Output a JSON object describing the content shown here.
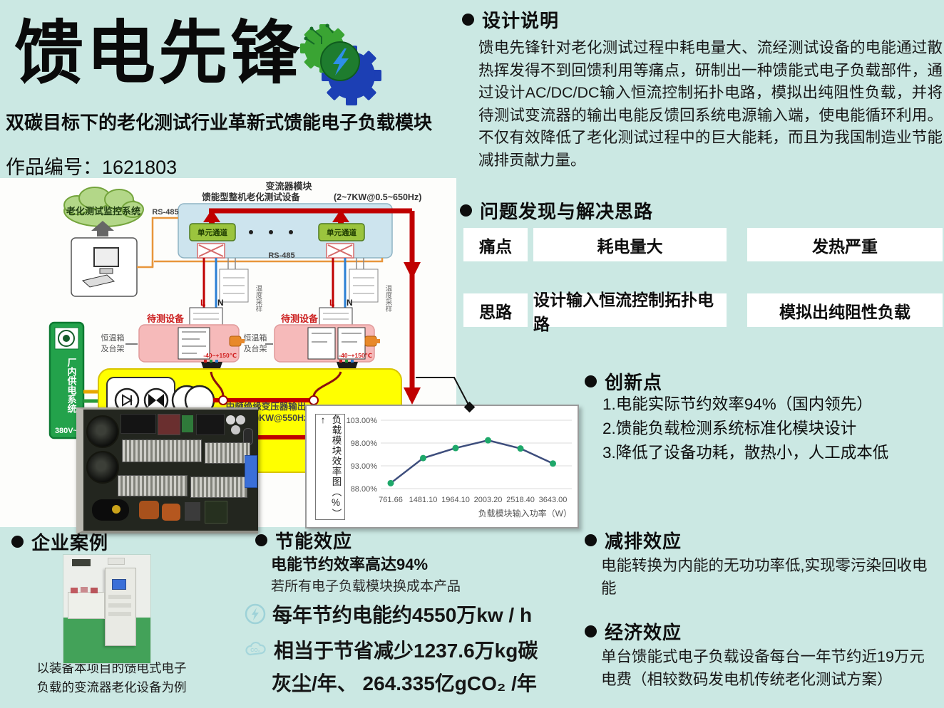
{
  "colors": {
    "background": "#cbe8e3",
    "accent_red": "#c00000",
    "panel_white": "#ffffff",
    "bus_orange": "#e8963c",
    "module_blue": "#cde4ee",
    "channel_green": "#9bc43e",
    "dut_pink": "#f6baba",
    "source_yellow": "#ffff00",
    "supply_green": "#23a24b",
    "chart_line": "#3d4d7c",
    "chart_marker": "#1ea86a",
    "icon_teal": "#9ed2d8"
  },
  "header": {
    "title": "馈电先锋",
    "subtitle": "双碳目标下的老化测试行业革新式馈能电子负载模块",
    "work_number": "作品编号：1621803",
    "logo": "gear-lightning-logo"
  },
  "design_notes": {
    "heading": "设计说明",
    "body": "馈电先锋针对老化测试过程中耗电量大、流经测试设备的电能通过散热挥发得不到回馈利用等痛点，研制出一种馈能式电子负载部件，通过设计AC/DC/DC输入恒流控制拓扑电路，模拟出纯阻性负载，并将待测试变流器的输出电能反馈回系统电源输入端，使电能循环利用。不仅有效降低了老化测试过程中的巨大能耗，而且为我国制造业节能减排贡献力量。"
  },
  "problem_solution": {
    "heading": "问题发现与解决思路",
    "row1_label": "痛点",
    "row1_cell1": "耗电量大",
    "row1_cell2": "发热严重",
    "row2_label": "思路",
    "row2_cell1": "设计输入恒流控制拓扑电路",
    "row2_cell2": "模拟出纯阻性负载"
  },
  "innovations": {
    "heading": "创新点",
    "item1": "1.电能实际节约效率94%（国内领先）",
    "item2": "2.馈能负载检测系统标准化模块设计",
    "item3": "3.降低了设备功耗，散热小，人工成本低"
  },
  "diagram": {
    "monitor_cloud": "老化测试监控系统",
    "rs485_top": "RS-485",
    "rs485_mid": "RS-485",
    "module_title_line1": "变流器模块",
    "module_title_line2": "馈能型整机老化测试设备",
    "module_title_spec": "(2~7KW@0.5~650Hz)",
    "channel_left": "单元通道",
    "channel_right": "单元通道",
    "temp_sample_left": "温度采样",
    "temp_sample_right": "温度采样",
    "l_left": "L",
    "n_left": "N",
    "l_right": "L",
    "n_right": "N",
    "dut_left": "待测设备",
    "dut_right": "待测设备",
    "chamber_left_line1": "恒温箱",
    "chamber_left_line2": "及台架",
    "chamber_right_line1": "恒温箱",
    "chamber_right_line2": "及台架",
    "temp_range_left": "-40~+150℃",
    "temp_range_right": "-40~+150℃",
    "supply_system": "厂内供电系统",
    "supply_voltage": "380V~",
    "transformer_label_line1": "中频绝缘变压器输出",
    "transformer_label_line2": "(2~7)KW@550Hz"
  },
  "chart_data": {
    "type": "line",
    "x": [
      761.66,
      1481.1,
      1964.1,
      2003.2,
      2518.4,
      3643.0
    ],
    "x_tick_labels": [
      "761.66",
      "1481.10",
      "1964.10",
      "2003.20",
      "2518.40",
      "3643.00"
    ],
    "values_percent": [
      89.2,
      94.7,
      96.9,
      98.6,
      96.8,
      93.5
    ],
    "ylabel": "负载模块效率图（%）↑",
    "xlabel": "负载模块输入功率（W）",
    "y_ticks": [
      "103.00%",
      "98.00%",
      "93.00%",
      "88.00%"
    ],
    "y_tick_values": [
      103,
      98,
      93,
      88
    ],
    "ylim": [
      86,
      104
    ],
    "grid": true,
    "legend": "none",
    "line_color": "#3d4d7c",
    "marker_color": "#1ea86a"
  },
  "case_study": {
    "heading": "企业案例",
    "caption": "以装备本项目的馈电式电子 负载的变流器老化设备为例",
    "caption_line1": "以装备本项目的馈电式电子",
    "caption_line2": "负载的变流器老化设备为例"
  },
  "energy_saving": {
    "heading": "节能效应",
    "line1": "电能节约效率高达94%",
    "line2": "若所有电子负载模块换成本产品",
    "stat1": "每年节约电能约4550万kw / h",
    "stat2_line1": "相当于节省减少1237.6万kg碳",
    "stat2_line2": "灰尘/年、 264.335亿gCO₂ /年"
  },
  "emission_reduction": {
    "heading": "减排效应",
    "body": "电能转换为内能的无功功率低,实现零污染回收电能"
  },
  "economic": {
    "heading": "经济效应",
    "body": "单台馈能式电子负载设备每台一年节约近19万元电费（相较数码发电机传统老化测试方案）"
  }
}
